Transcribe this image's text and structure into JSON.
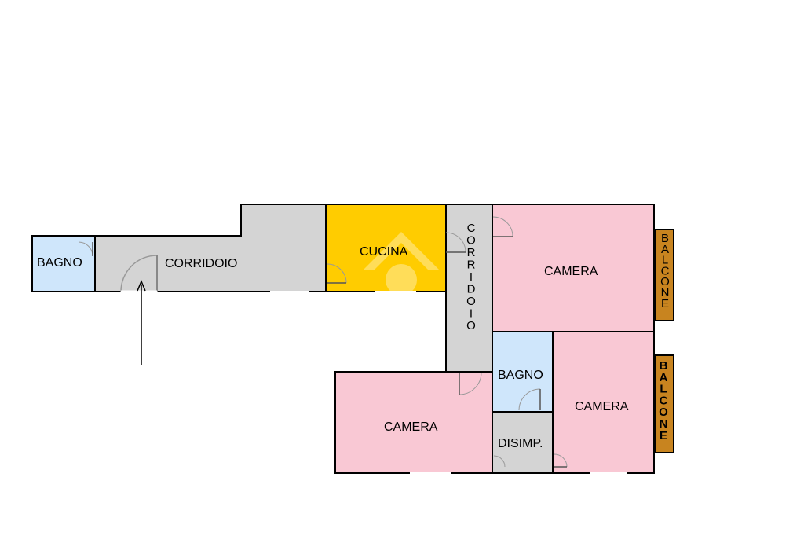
{
  "colors": {
    "corridor": "#d4d4d4",
    "bathroom": "#cfe6fb",
    "kitchen": "#ffcc00",
    "bedroom": "#f9c8d4",
    "balcony": "#c8841f",
    "wall": "#000000",
    "door_arc": "#999999"
  },
  "rooms": {
    "bagno_left": "BAGNO",
    "corridoio_main": "CORRIDOIO",
    "cucina": "CUCINA",
    "corridoio_vertical": "CORRIDOIO",
    "camera_top_right": "CAMERA",
    "balcone_top": "BALCONE",
    "bagno_center": "BAGNO",
    "camera_right": "CAMERA",
    "balcone_bottom": "BALCONE",
    "camera_bottom": "CAMERA",
    "disimpegno": "DISIMP."
  },
  "markers": {
    "entrance": "entrance-arrow-icon"
  }
}
